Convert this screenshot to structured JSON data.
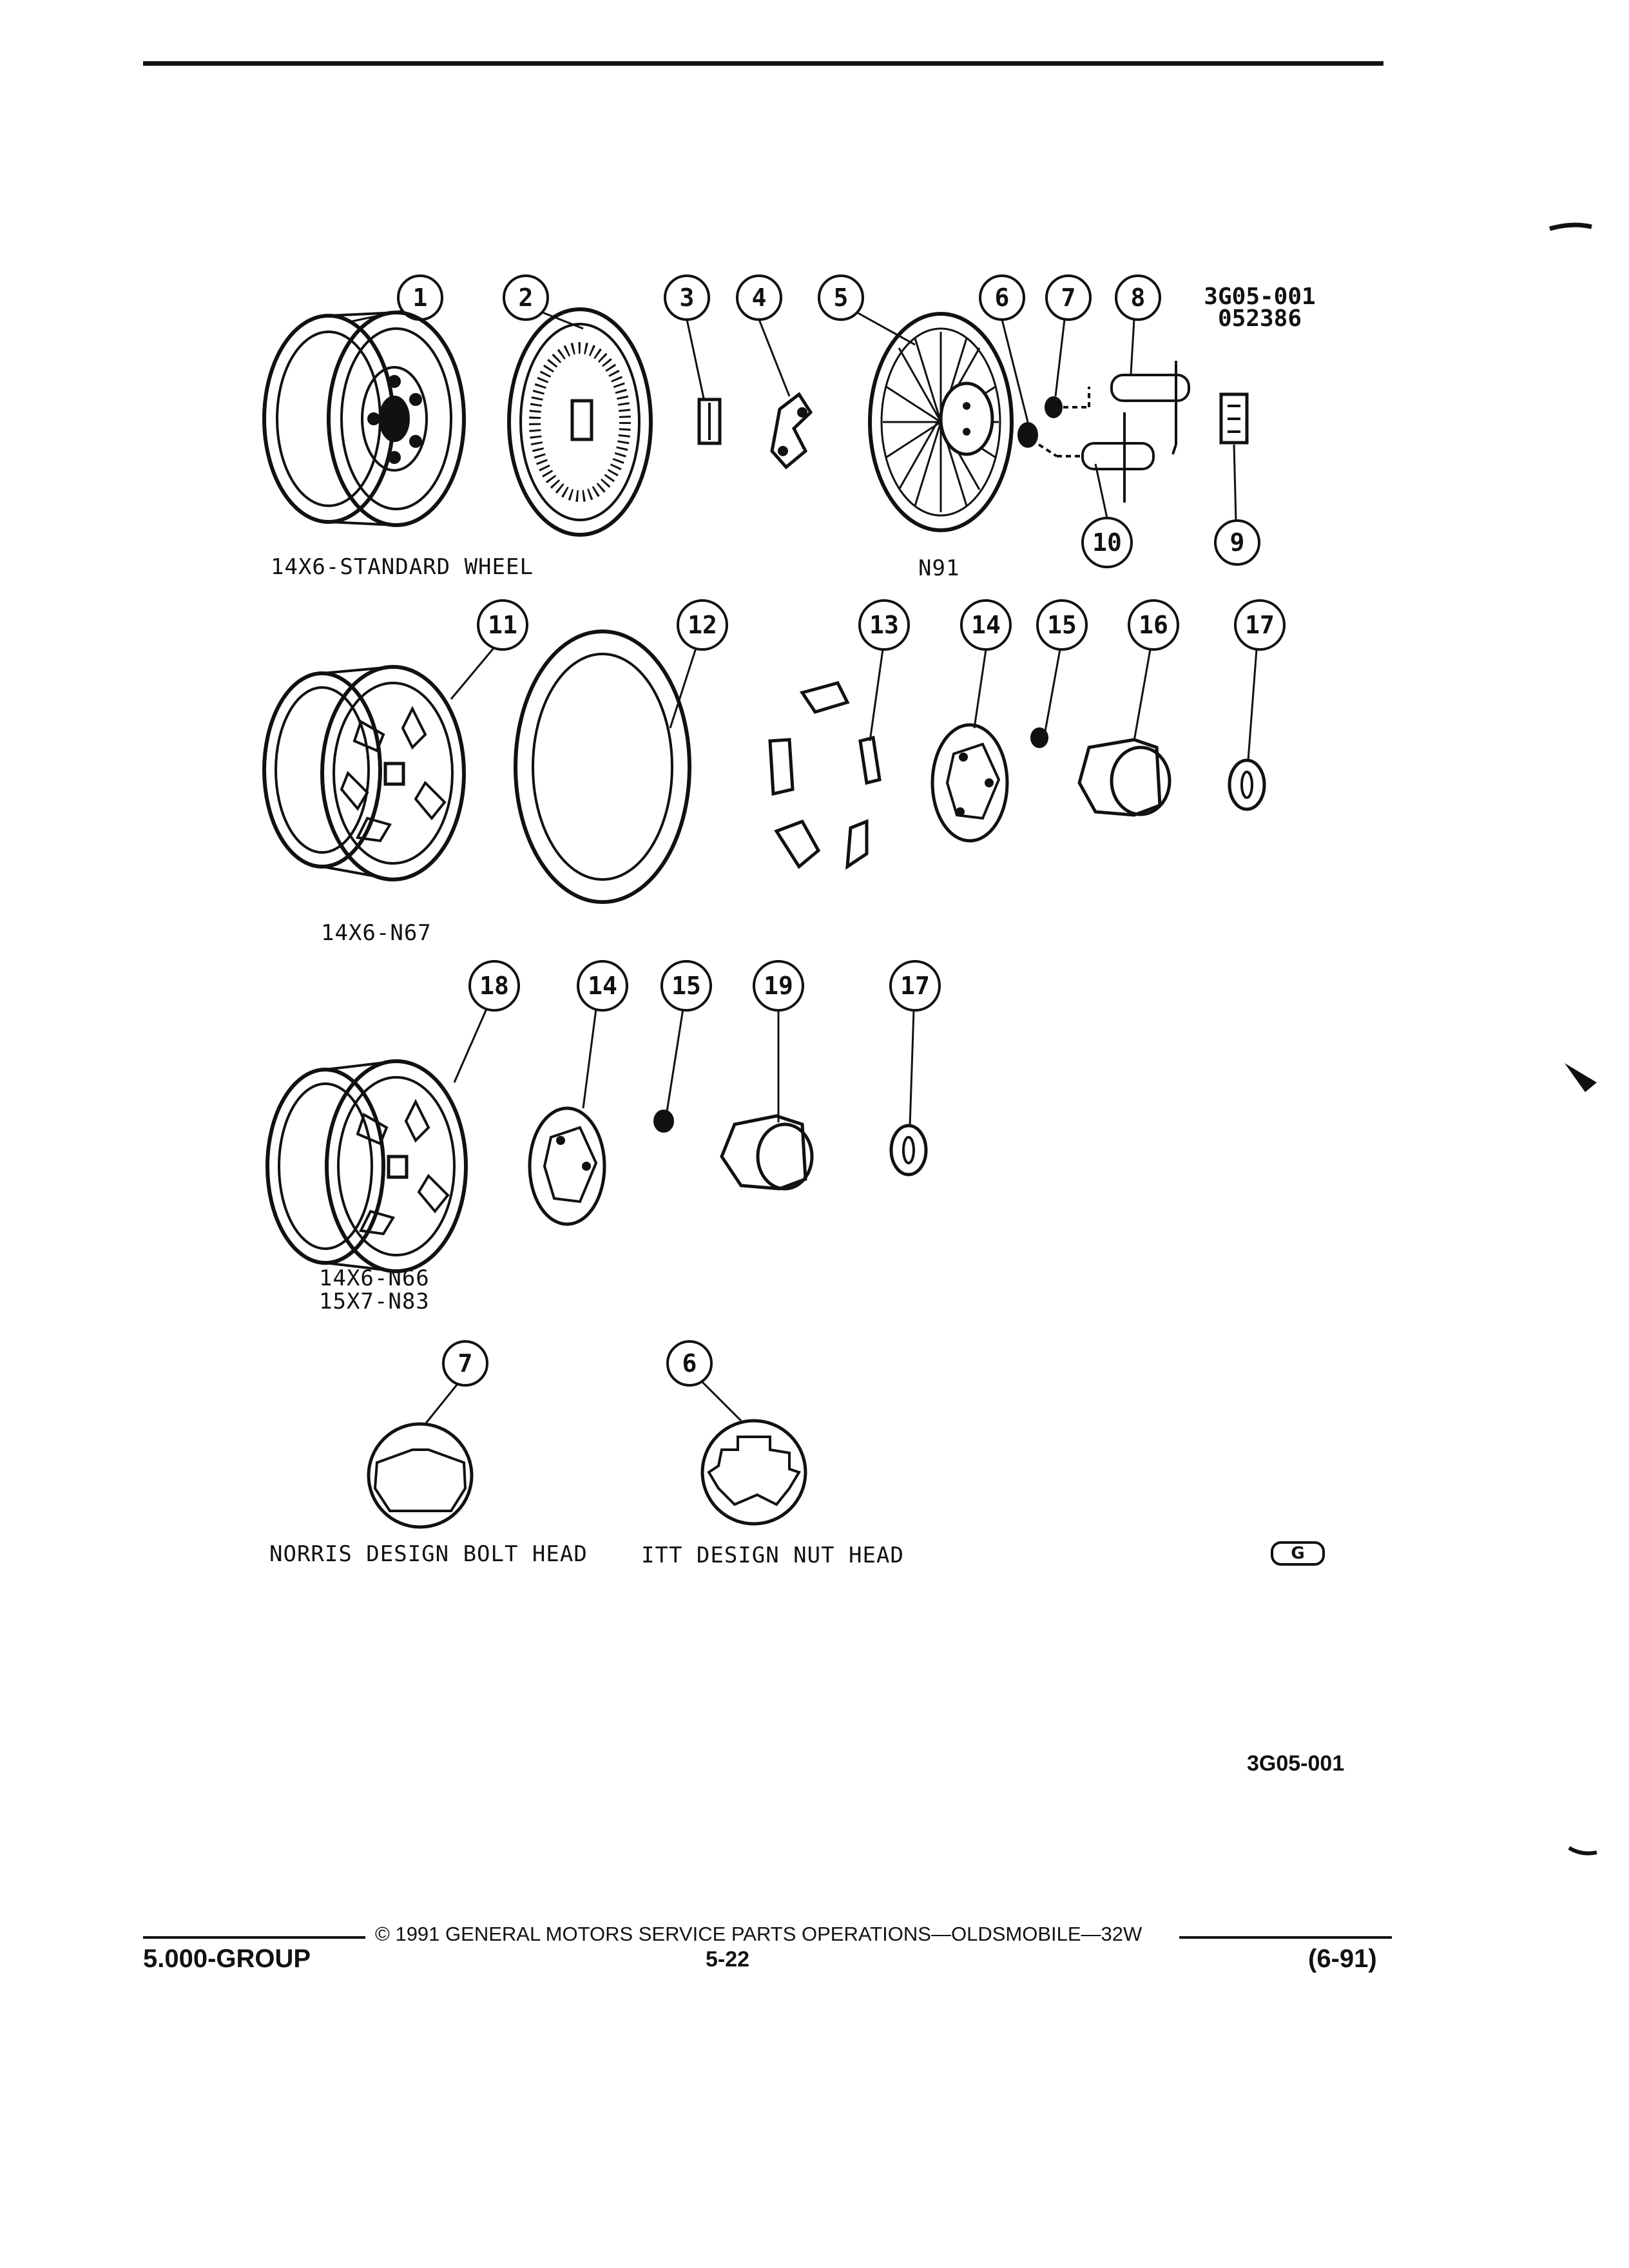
{
  "figure_code": [
    "3G05-001",
    "052386"
  ],
  "callouts": {
    "c1": "1",
    "c2": "2",
    "c3": "3",
    "c4": "4",
    "c5": "5",
    "c6": "6",
    "c7": "7",
    "c8": "8",
    "c9": "9",
    "c10": "10",
    "c11": "11",
    "c12": "12",
    "c13": "13",
    "c14a": "14",
    "c15a": "15",
    "c16": "16",
    "c17a": "17",
    "c18": "18",
    "c14b": "14",
    "c15b": "15",
    "c19": "19",
    "c17b": "17",
    "c7b": "7",
    "c6b": "6"
  },
  "captions": {
    "standard_wheel": "14X6-STANDARD WHEEL",
    "n91": "N91",
    "n67": "14X6-N67",
    "n66": "14X6-N66",
    "n83": "15X7-N83",
    "norris": "NORRIS DESIGN BOLT HEAD",
    "itt": "ITT DESIGN NUT HEAD"
  },
  "logo_mark": "G",
  "page_code": "3G05-001",
  "footer": {
    "copyright": "© 1991 GENERAL MOTORS SERVICE PARTS OPERATIONS—OLDSMOBILE—32W",
    "group": "5.000-GROUP",
    "page": "5-22",
    "date": "(6-91)"
  }
}
